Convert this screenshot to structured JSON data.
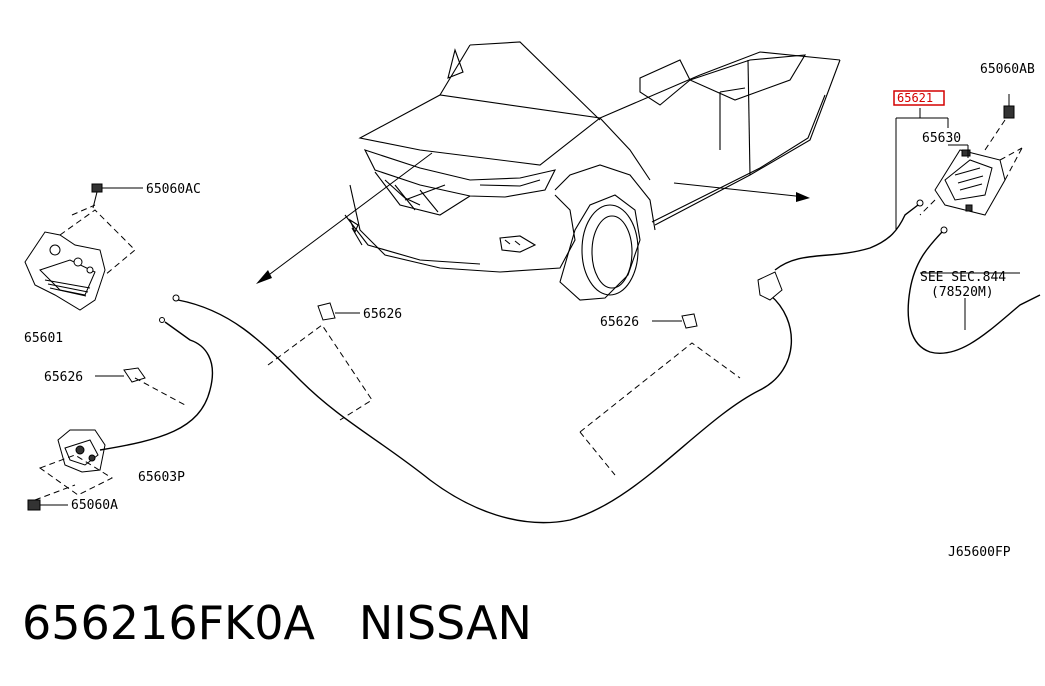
{
  "labels": {
    "p65060AB": "65060AB",
    "p65621": "65621",
    "p65630": "65630",
    "p65060AC": "65060AC",
    "p65601": "65601",
    "p65626_left": "65626",
    "p65626_center": "65626",
    "p65626_right": "65626",
    "p65603P": "65603P",
    "p65060A": "65060A",
    "see_sec_line1": "SEE SEC.844",
    "see_sec_line2": "(78520M)",
    "diagram_ref": "J65600FP"
  },
  "caption": {
    "part_number": "656216FK0A",
    "brand": "NISSAN"
  },
  "colors": {
    "highlight": "#d40000",
    "ink": "#000000"
  }
}
